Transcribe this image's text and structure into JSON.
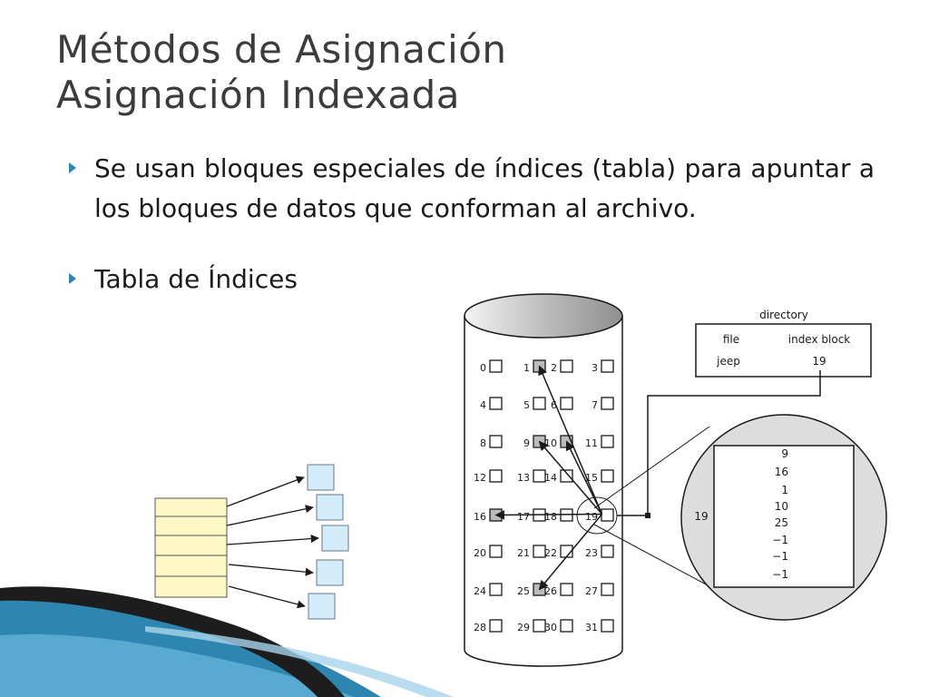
{
  "slide": {
    "title_line1": "Métodos de Asignación",
    "title_line2": "Asignación Indexada",
    "bullets": [
      "Se usan bloques especiales de índices (tabla) para apuntar a los bloques de datos que conforman al archivo.",
      "Tabla de Índices"
    ]
  },
  "directory": {
    "label": "directory",
    "col_file": "file",
    "col_index_block": "index block",
    "row_file": "jeep",
    "row_index_block": "19"
  },
  "disk": {
    "blocks": [
      "0",
      "1",
      "2",
      "3",
      "4",
      "5",
      "6",
      "7",
      "8",
      "9",
      "10",
      "11",
      "12",
      "13",
      "14",
      "15",
      "16",
      "17",
      "18",
      "19",
      "20",
      "21",
      "22",
      "23",
      "24",
      "25",
      "26",
      "27",
      "28",
      "29",
      "30",
      "31"
    ],
    "highlighted_blocks": [
      1,
      9,
      10,
      16,
      25
    ],
    "index_block_number": "19",
    "index_block_entries": [
      "9",
      "16",
      "1",
      "10",
      "25",
      "−1",
      "−1",
      "−1"
    ]
  },
  "colors": {
    "accent": "#2e86b0",
    "index_table_fill": "#fdf7c6",
    "data_block_fill": "#d2ecfb",
    "highlight_block_fill": "#bbbbbb",
    "zoom_fill": "#dddddd"
  }
}
